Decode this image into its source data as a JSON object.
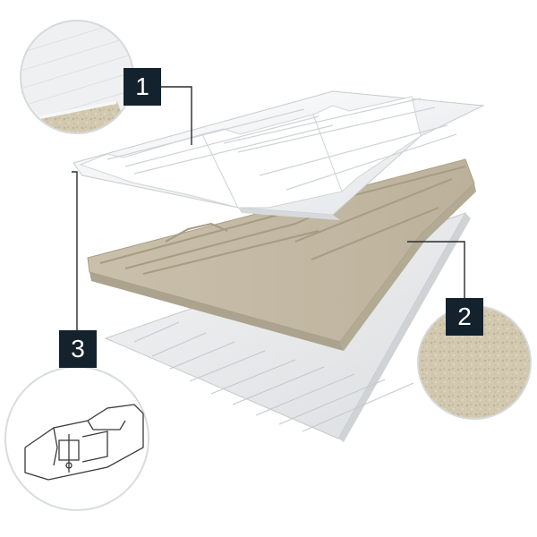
{
  "markers": {
    "one": "1",
    "two": "2",
    "three": "3"
  },
  "colors": {
    "marker_bg": "#14222e",
    "marker_text": "#ffffff",
    "leader_line": "#2a2a2a",
    "top_sheet": "#f3f5f6",
    "bottom_sheet": "#e6e8e9",
    "core": "#c8bea9",
    "core_shadow": "#aca38e"
  },
  "icons": [
    "top-sheet-surface-detail",
    "mineral-wool-core-detail",
    "joint-section-detail"
  ]
}
